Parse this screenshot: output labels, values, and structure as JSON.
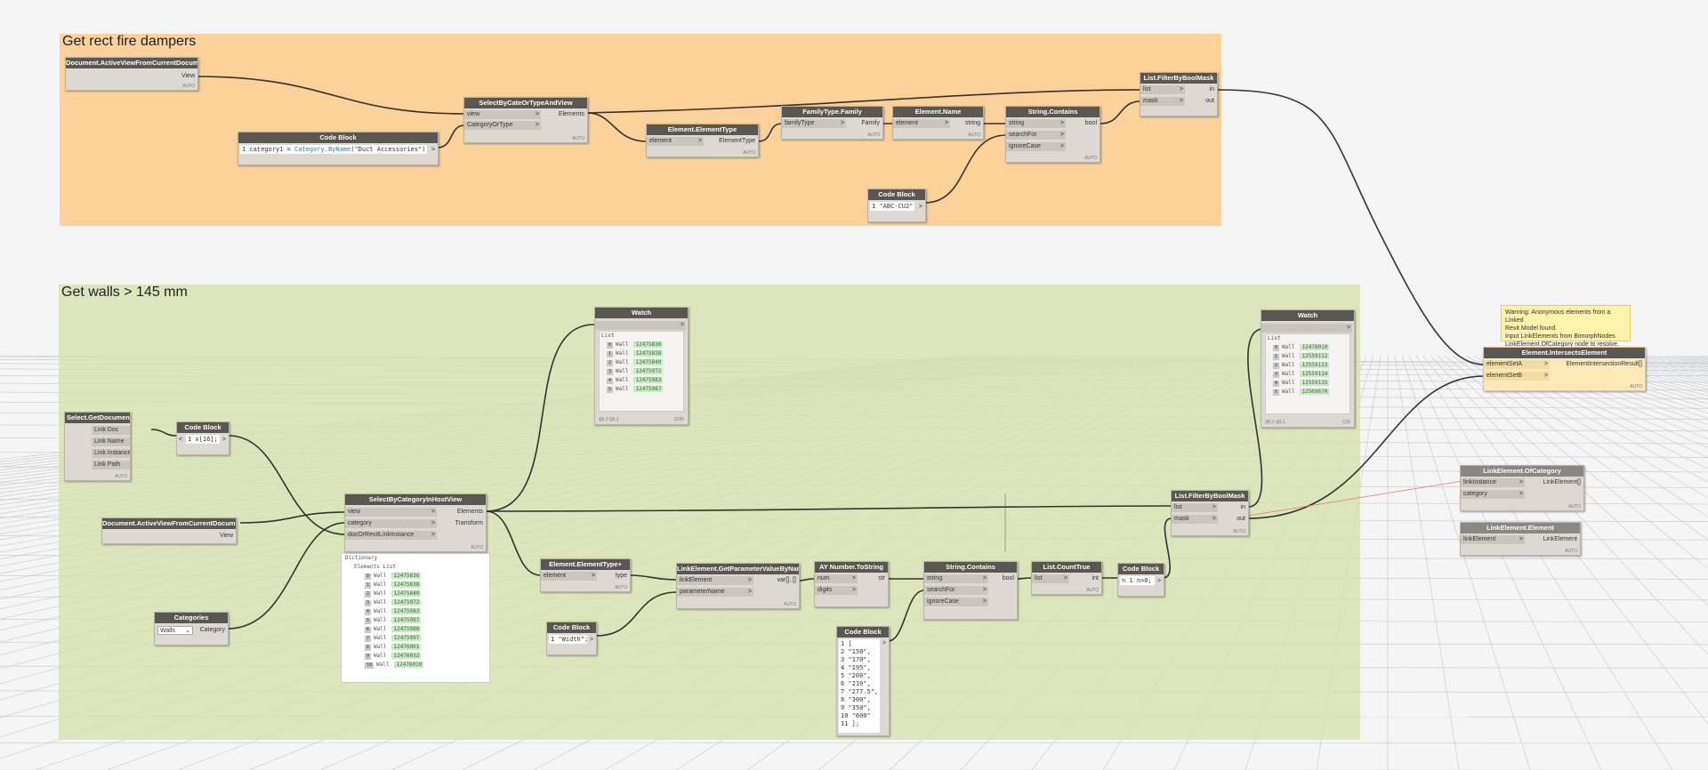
{
  "groups": {
    "dampers": {
      "title": "Get rect fire dampers",
      "color": "#fdd19a"
    },
    "walls": {
      "title": "Get walls > 145 mm",
      "color": "#dde5b9"
    }
  },
  "nodes": {
    "active_view_1": {
      "title": "Document.ActiveViewFromCurrentDocument",
      "out": "View"
    },
    "select_by_cat_view": {
      "title": "SelectByCateOrTypeAndView",
      "in1": "view",
      "in2": "CategoryOrType",
      "out": "Elements"
    },
    "code_block_dampers": {
      "title": "Code Block",
      "line": "1",
      "code_a": "category1 = ",
      "code_kw": "Category.ByName",
      "code_b": "(\"Duct Accessories\");"
    },
    "element_type_1": {
      "title": "Element.ElementType",
      "in": "element",
      "out": "ElementType"
    },
    "family_type_family": {
      "title": "FamilyType.Family",
      "in": "familyType",
      "out": "Family"
    },
    "element_name": {
      "title": "Element.Name",
      "in": "element",
      "out": "string"
    },
    "string_contains_1": {
      "title": "String.Contains",
      "in1": "string",
      "in2": "searchFor",
      "in3": "ignoreCase",
      "out": "bool"
    },
    "code_block_abc": {
      "title": "Code Block",
      "line": "1",
      "code": "\"ABC-CU2\";"
    },
    "filter_bool_mask_1": {
      "title": "List.FilterByBoolMask",
      "in1": "list",
      "in2": "mask",
      "out1": "in",
      "out2": "out"
    },
    "element_intersects": {
      "title": "Element.IntersectsElement",
      "in1": "elementSetA",
      "in2": "elementSetB",
      "out": "ElementIntersectionResult[]"
    },
    "select_get_documents": {
      "title": "Select.GetDocuments",
      "o1": "Link Doc",
      "o2": "Link Name",
      "o3": "Link Instance",
      "o4": "Link Path"
    },
    "code_block_index": {
      "title": "Code Block",
      "code": "1 x[16];"
    },
    "active_view_2": {
      "title": "Document.ActiveViewFromCurrentDocument",
      "out": "View"
    },
    "categories": {
      "title": "Categories",
      "value": "Walls",
      "out": "Category"
    },
    "select_in_host_view": {
      "title": "SelectByCategoryInHostView",
      "in1": "view",
      "in2": "category",
      "in3": "docOrRevitLinkInstance",
      "out1": "Elements",
      "out2": "Transform"
    },
    "element_type_plus": {
      "title": "Element.ElementType+",
      "in": "element",
      "out": "type"
    },
    "get_param_by_name": {
      "title": "LinkElement.GetParameterValueByName",
      "in1": "linkElement",
      "in2": "parameterName",
      "out": "var[]..[]"
    },
    "code_block_width": {
      "title": "Code Block",
      "code": "1 \"Width\";"
    },
    "number_to_string": {
      "title": "AY Number.ToString",
      "in1": "num",
      "in2": "digits",
      "out": "str"
    },
    "code_block_list": {
      "title": "Code Block",
      "lines": [
        "1 [",
        "2 \"150\",",
        "3 \"170\",",
        "4 \"195\",",
        "5 \"200\",",
        "6 \"210\",",
        "7 \"277.5\",",
        "8 \"300\",",
        "9 \"350\",",
        "10 \"600\"",
        "11 ];"
      ]
    },
    "string_contains_2": {
      "title": "String.Contains",
      "in1": "string",
      "in2": "searchFor",
      "in3": "ignoreCase",
      "out": "bool"
    },
    "count_true": {
      "title": "List.CountTrue",
      "in": "list",
      "out": "int"
    },
    "code_block_n": {
      "title": "Code Block",
      "code": "n 1 n>0;"
    },
    "filter_bool_mask_2": {
      "title": "List.FilterByBoolMask",
      "in1": "list",
      "in2": "mask",
      "out1": "in",
      "out2": "out"
    },
    "link_of_category": {
      "title": "LinkElement.OfCategory",
      "in1": "linkInstance",
      "in2": "category",
      "out": "LinkElement[]"
    },
    "link_element": {
      "title": "LinkElement.Element",
      "in": "linkElement",
      "out": "LinkElement"
    }
  },
  "auto_label": "AUTO",
  "watch1": {
    "title": "Watch",
    "header": "List",
    "rows": [
      {
        "idx": "0",
        "type": "Wall",
        "id": "12475836"
      },
      {
        "idx": "1",
        "type": "Wall",
        "id": "12475838"
      },
      {
        "idx": "2",
        "type": "Wall",
        "id": "12475840"
      },
      {
        "idx": "3",
        "type": "Wall",
        "id": "12475972"
      },
      {
        "idx": "4",
        "type": "Wall",
        "id": "12475983"
      },
      {
        "idx": "5",
        "type": "Wall",
        "id": "12475987"
      }
    ],
    "levels": "@L2 @L1",
    "count": "{208}"
  },
  "watch2": {
    "title": "Watch",
    "header": "List",
    "rows": [
      {
        "idx": "0",
        "type": "Wall",
        "id": "12478010"
      },
      {
        "idx": "1",
        "type": "Wall",
        "id": "12559112"
      },
      {
        "idx": "2",
        "type": "Wall",
        "id": "12559113"
      },
      {
        "idx": "3",
        "type": "Wall",
        "id": "12559114"
      },
      {
        "idx": "4",
        "type": "Wall",
        "id": "12559115"
      },
      {
        "idx": "5",
        "type": "Wall",
        "id": "12569670"
      }
    ],
    "levels": "@L2 @L1",
    "count": "{13}"
  },
  "preview_list": {
    "header": "Dictionary",
    "sub": "Elements List",
    "rows": [
      {
        "idx": "0",
        "type": "Wall",
        "id": "12475836"
      },
      {
        "idx": "1",
        "type": "Wall",
        "id": "12475838"
      },
      {
        "idx": "2",
        "type": "Wall",
        "id": "12475840"
      },
      {
        "idx": "3",
        "type": "Wall",
        "id": "12475972"
      },
      {
        "idx": "4",
        "type": "Wall",
        "id": "12475983"
      },
      {
        "idx": "5",
        "type": "Wall",
        "id": "12475987"
      },
      {
        "idx": "6",
        "type": "Wall",
        "id": "12475988"
      },
      {
        "idx": "7",
        "type": "Wall",
        "id": "12475997"
      },
      {
        "idx": "8",
        "type": "Wall",
        "id": "12476001"
      },
      {
        "idx": "9",
        "type": "Wall",
        "id": "12476032"
      },
      {
        "idx": "10",
        "type": "Wall",
        "id": "12476010"
      }
    ]
  },
  "warning_note": {
    "lines": [
      "Warning: Anonymous elements from a Linked",
      "Revit Model found.",
      "Input LinkElements from BimorphNodes",
      "LinkElement.OfCategory node to resolve."
    ]
  }
}
